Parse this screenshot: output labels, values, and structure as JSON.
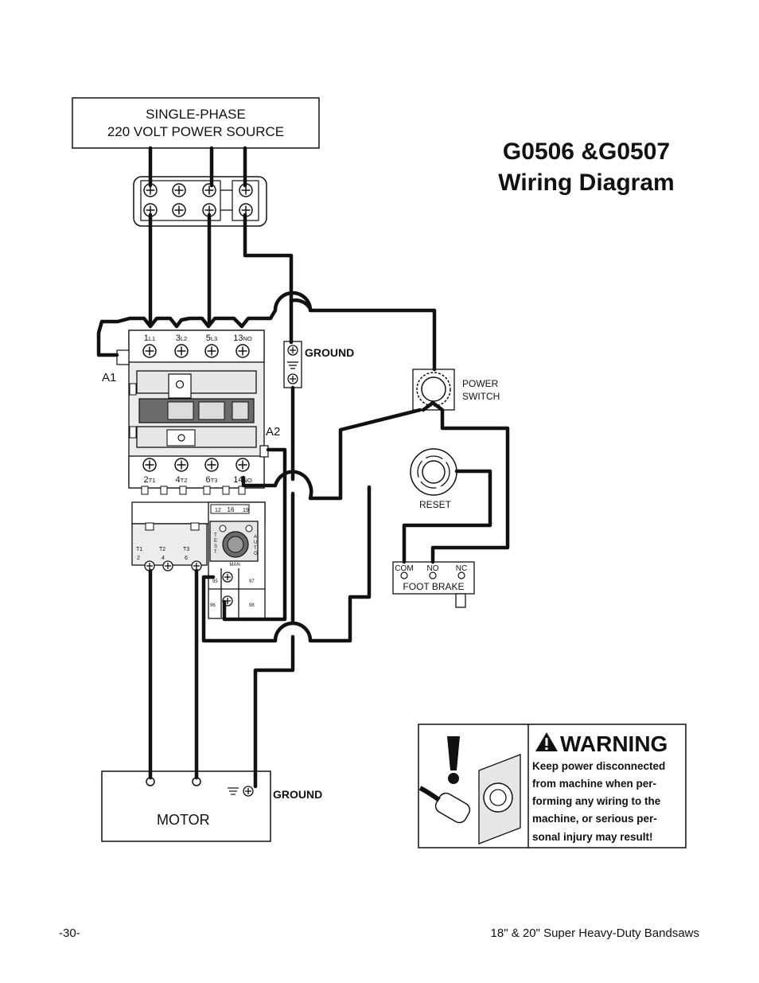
{
  "title": {
    "line1": "G0506 &G0507",
    "line2": "Wiring Diagram"
  },
  "power_source": {
    "line1": "SINGLE-PHASE",
    "line2": "220 VOLT POWER SOURCE"
  },
  "contactor": {
    "top_terminals": [
      {
        "num": "1",
        "sub": "L1"
      },
      {
        "num": "3",
        "sub": "L2"
      },
      {
        "num": "5",
        "sub": "L3"
      },
      {
        "num": "13",
        "sub": "NO"
      }
    ],
    "bottom_terminals": [
      {
        "num": "2",
        "sub": "T1"
      },
      {
        "num": "4",
        "sub": "T2"
      },
      {
        "num": "6",
        "sub": "T3"
      },
      {
        "num": "14",
        "sub": "NO"
      }
    ],
    "a1_label": "A1",
    "a2_label": "A2"
  },
  "overload": {
    "terminals": [
      {
        "top": "T1",
        "bottom": "2"
      },
      {
        "top": "T2",
        "bottom": "4"
      },
      {
        "top": "T3",
        "bottom": "6"
      }
    ],
    "scale": [
      "12",
      "16",
      "19"
    ],
    "test_label": "TEST",
    "auto_label": "AUTO",
    "man_label": "MAN",
    "contacts": [
      "95",
      "97",
      "96",
      "98"
    ]
  },
  "ground_labels": {
    "panel": "GROUND",
    "motor": "GROUND"
  },
  "power_switch": {
    "line1": "POWER",
    "line2": "SWITCH"
  },
  "reset_label": "RESET",
  "foot_brake": {
    "label": "FOOT BRAKE",
    "com": "COM",
    "no": "NO",
    "nc": "NC"
  },
  "motor_label": "MOTOR",
  "warning": {
    "heading": "WARNING",
    "lines": [
      "Keep power disconnected",
      "from machine when per-",
      "forming any wiring to the",
      "machine, or serious per-",
      "sonal injury may result!"
    ]
  },
  "footer": {
    "left": "-30-",
    "right": "18\" & 20\" Super Heavy-Duty Bandsaws"
  }
}
